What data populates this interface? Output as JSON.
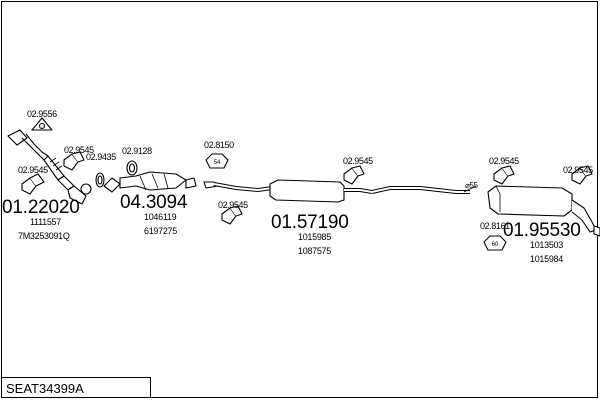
{
  "assembly_code": "SEAT34399A",
  "groups": [
    {
      "main": "01.22020",
      "refs": [
        "1111557",
        "7M3253091Q"
      ]
    },
    {
      "main": "04.3094",
      "refs": [
        "1046119",
        "6197275"
      ]
    },
    {
      "main": "01.57190",
      "refs": [
        "1015985",
        "1087575"
      ]
    },
    {
      "main": "01.95530",
      "refs": [
        "1013503",
        "1015984"
      ]
    }
  ],
  "accessories": [
    "02.9556",
    "02.9545",
    "02.9545",
    "02.9435",
    "02.9128",
    "02.8150",
    "02.9545",
    "02.9545",
    "02.9545",
    "02.9545",
    "02.8161"
  ],
  "pipe_diameter": "55"
}
